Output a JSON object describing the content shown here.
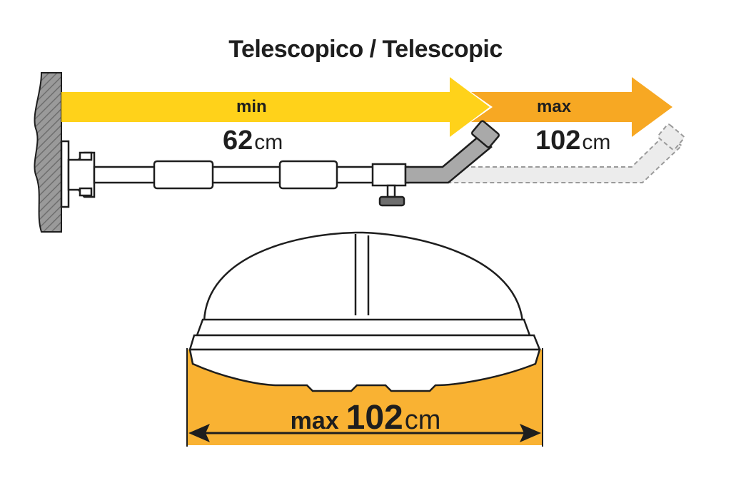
{
  "title": "Telescopico / Telescopic",
  "arrows": {
    "min_label": "min",
    "min_value": "62",
    "min_unit": "cm",
    "max_label": "max",
    "max_value": "102",
    "max_unit": "cm"
  },
  "box": {
    "prefix": "max",
    "value": "102",
    "unit": "cm"
  },
  "colors": {
    "min_arrow": "#ffd21a",
    "max_arrow": "#f7a823",
    "box_band": "#f9b233",
    "outline": "#1e1e1e",
    "wall": "#8c8c8c"
  }
}
